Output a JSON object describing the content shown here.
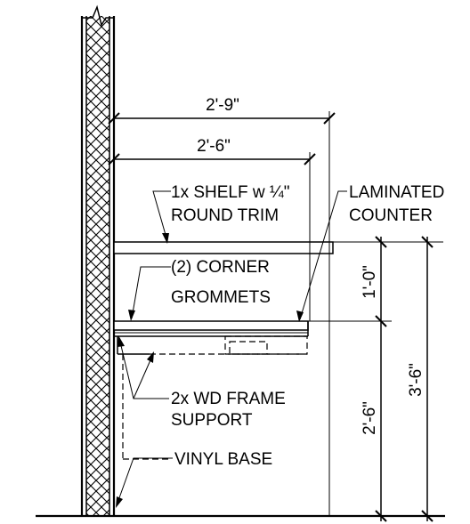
{
  "dimensions": {
    "overall_width": "2'-9\"",
    "counter_width": "2'-6\"",
    "shelf_height": "1'-0\"",
    "counter_height": "2'-6\"",
    "total_height": "3'-6\""
  },
  "callouts": {
    "shelf": [
      "1x SHELF w ¼\"",
      "ROUND TRIM"
    ],
    "laminated": [
      "LAMINATED",
      "COUNTER"
    ],
    "grommets": [
      "(2) CORNER",
      "GROMMETS"
    ],
    "frame": [
      "2x WD FRAME",
      "SUPPORT"
    ],
    "vinyl": [
      "VINYL BASE"
    ]
  }
}
